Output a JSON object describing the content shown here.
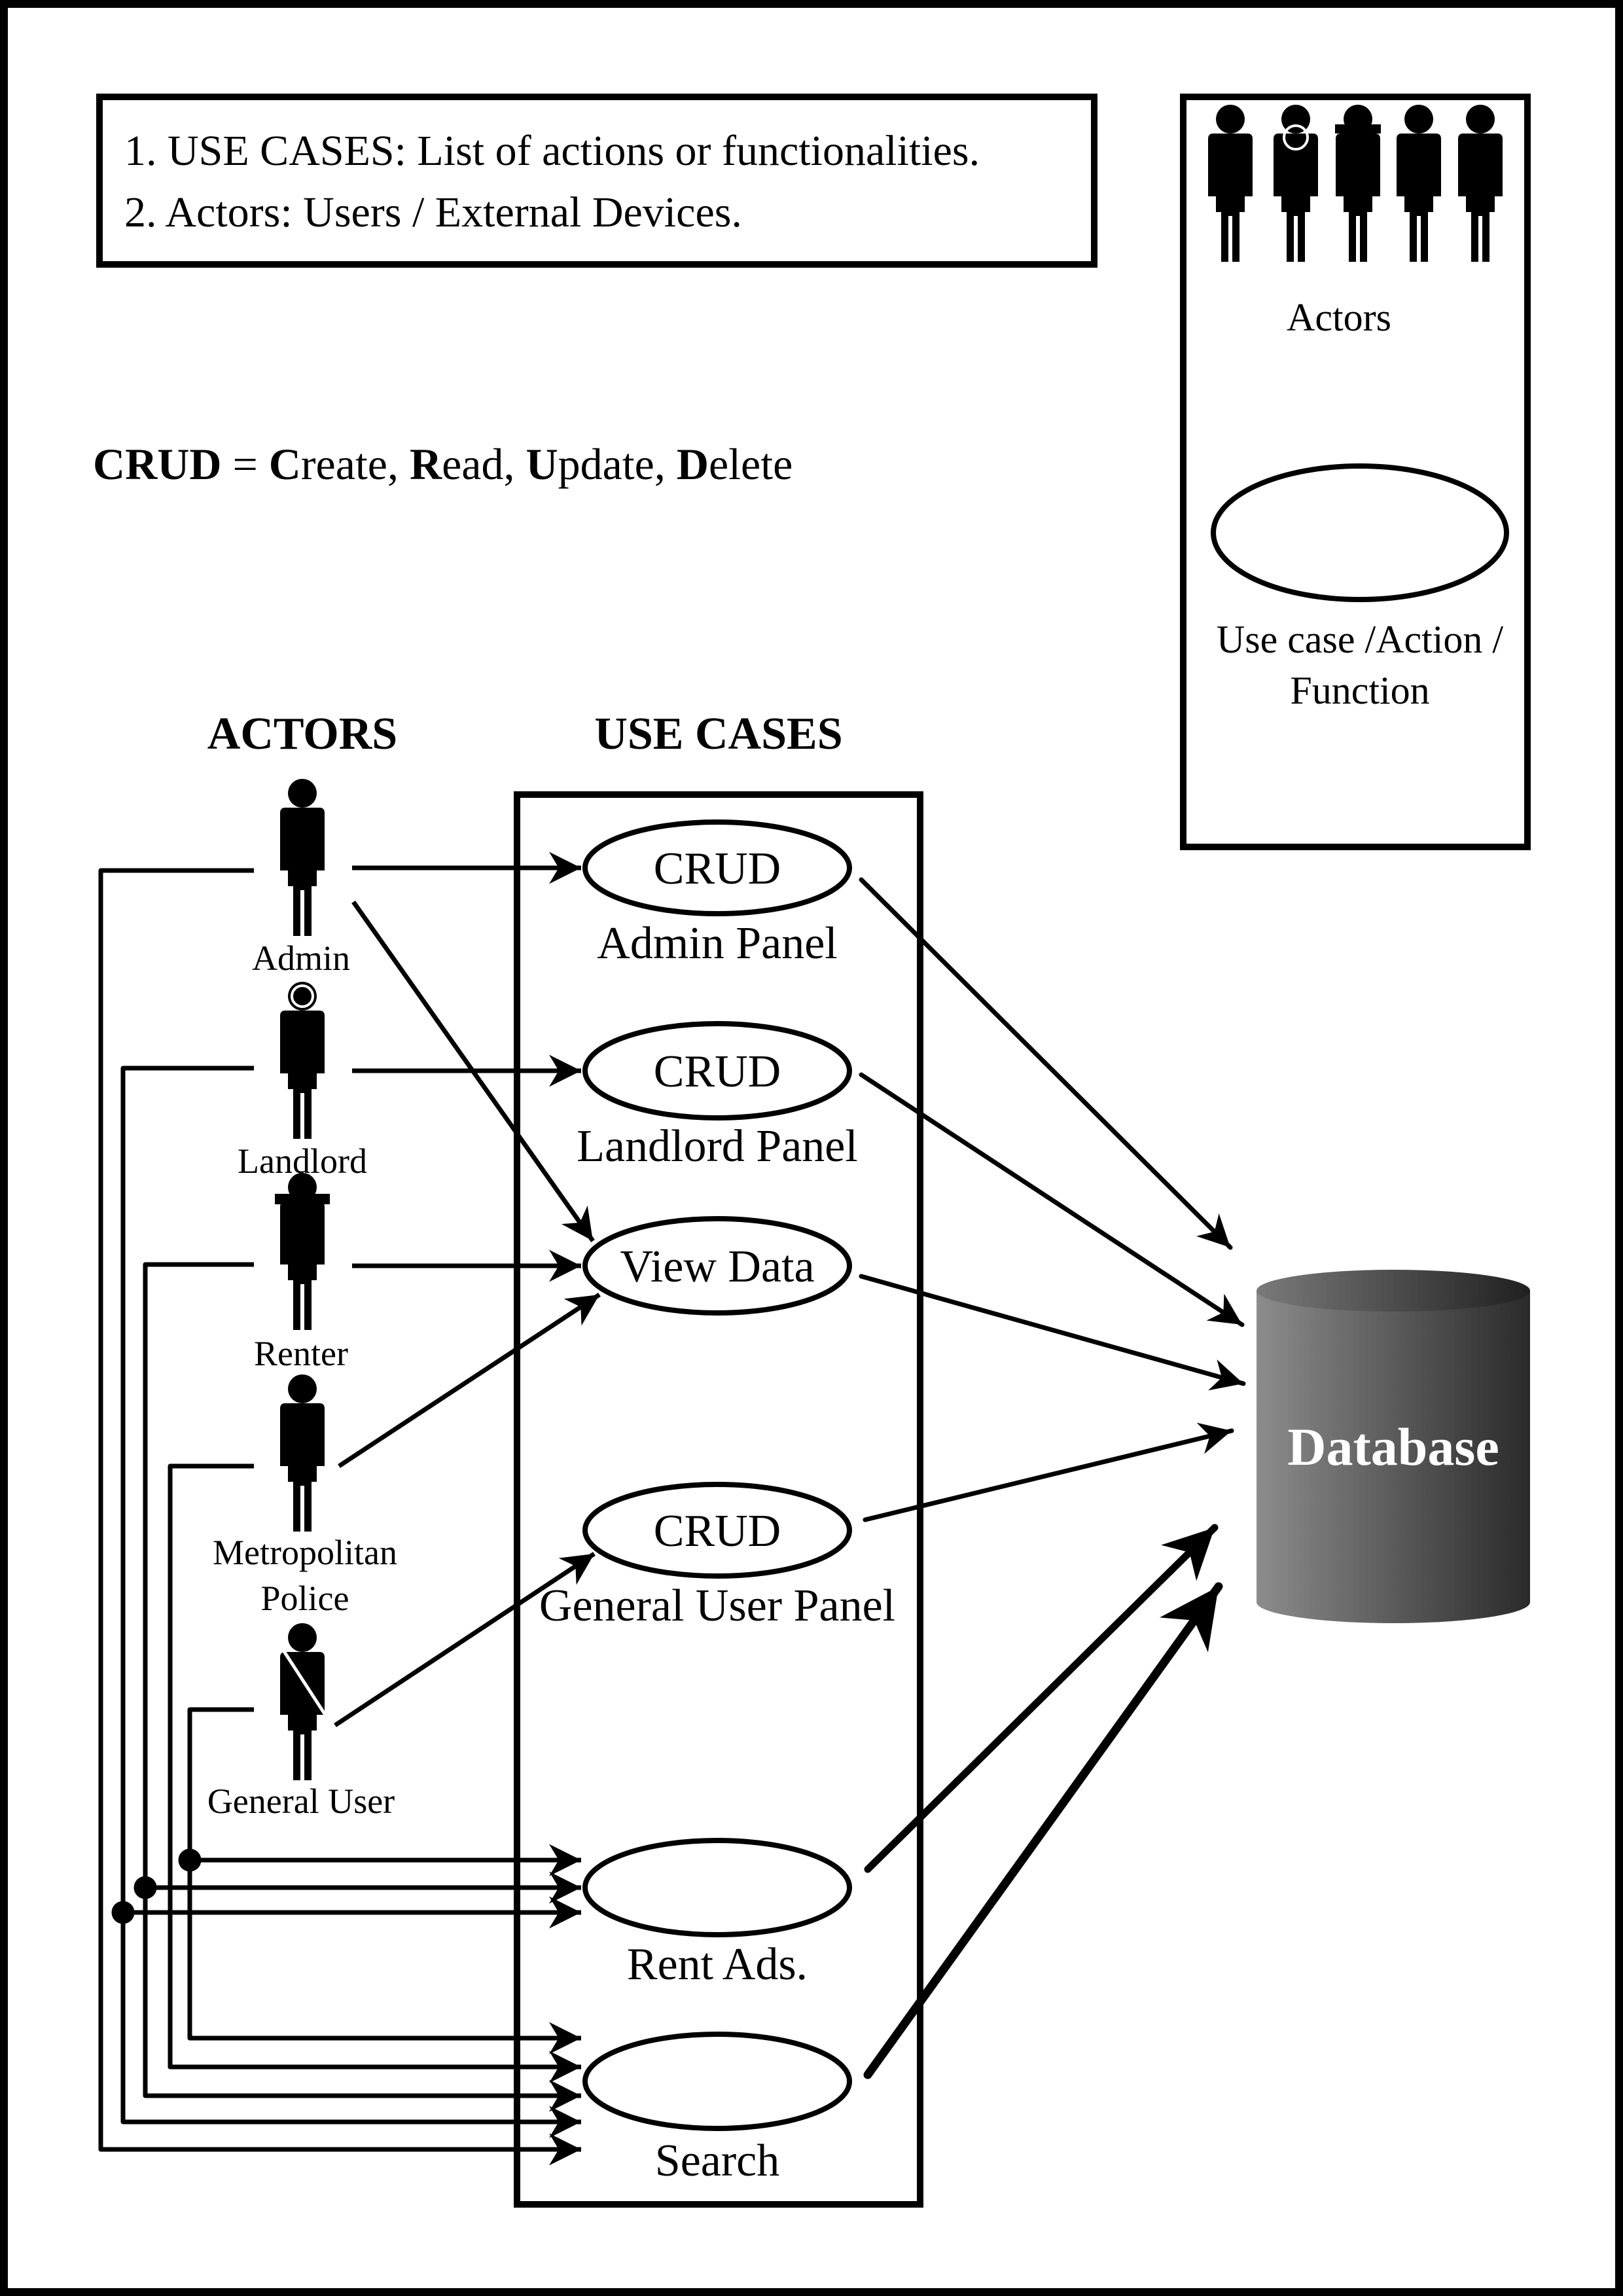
{
  "notes": {
    "line1": "1. USE CASES: List of actions or functionalities.",
    "line2": "2. Actors: Users / External Devices."
  },
  "crud_definition": {
    "term": "CRUD",
    "equals": " = ",
    "c": "C",
    "c_rest": "reate, ",
    "r": "R",
    "r_rest": "ead, ",
    "u": "U",
    "u_rest": "pdate, ",
    "d": "D",
    "d_rest": "elete"
  },
  "legend": {
    "actors_label": "Actors",
    "usecase_label_line1": "Use case /Action /",
    "usecase_label_line2": "Function"
  },
  "headings": {
    "actors": "ACTORS",
    "use_cases": "USE CASES"
  },
  "actors": [
    {
      "id": "admin",
      "label": "Admin"
    },
    {
      "id": "landlord",
      "label": "Landlord"
    },
    {
      "id": "renter",
      "label": "Renter"
    },
    {
      "id": "police",
      "label_line1": "Metropolitan",
      "label_line2": "Police"
    },
    {
      "id": "general",
      "label": "General User"
    }
  ],
  "use_cases": [
    {
      "id": "admin-panel",
      "inside": "CRUD",
      "label": "Admin Panel"
    },
    {
      "id": "landlord-panel",
      "inside": "CRUD",
      "label": "Landlord Panel"
    },
    {
      "id": "view-data",
      "inside": "View Data",
      "label": ""
    },
    {
      "id": "general-user-panel",
      "inside": "CRUD",
      "label": "General User Panel"
    },
    {
      "id": "rent-ads",
      "inside": "",
      "label": "Rent Ads."
    },
    {
      "id": "search",
      "inside": "",
      "label": "Search"
    }
  ],
  "database": {
    "label": "Database"
  },
  "colors": {
    "line": "#000000",
    "db_light": "#8a8a8a",
    "db_dark": "#2f2f2f"
  }
}
